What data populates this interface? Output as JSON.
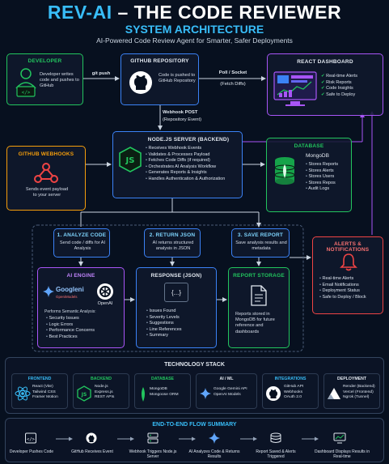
{
  "header": {
    "title_accent": "REV-AI",
    "title_rest": " – THE CODE REVIEWER",
    "subtitle": "SYSTEM ARCHITECTURE",
    "tagline": "AI-Powered Code Review Agent for Smarter, Safer Deployments"
  },
  "developer": {
    "title": "DEVELOPER",
    "text": "Developer writes code and pushes to GitHub"
  },
  "github_repo": {
    "title": "GITHUB REPOSITORY",
    "text": "Code is pushed to GitHub Repository"
  },
  "react_dashboard": {
    "title": "REACT DASHBOARD",
    "items": [
      "Real-time Alerts",
      "Risk Reports",
      "Code Insights",
      "Safe to Deploy"
    ]
  },
  "arrows": {
    "git_push": "git push",
    "poll_socket": "Poll / Socket",
    "fetch_diffs": "(Fetch Diffs)",
    "webhook_post": "Webhook POST",
    "repo_event": "(Repository Event)"
  },
  "github_webhooks": {
    "title": "GITHUB WEBHOOKS",
    "text": "Sends event payload to your server"
  },
  "node_server": {
    "title": "NODE.JS SERVER (BACKEND)",
    "items": [
      "Receives Webhook Events",
      "Validates & Processes Payload",
      "Fetches Code Diffs (if required)",
      "Orchestrates AI Analysis Workflow",
      "Generates Reports & Insights",
      "Handles Authentication & Authorization"
    ]
  },
  "database": {
    "title": "DATABASE",
    "name": "MongoDB",
    "items": [
      "Stores Reports",
      "Stores Alerts",
      "Stores Users",
      "Stores Repos",
      "Audit Logs"
    ]
  },
  "steps": {
    "analyze": {
      "title": "1. ANALYZE CODE",
      "text": "Send code / diffs for AI Analysis"
    },
    "return_json": {
      "title": "2. RETURN JSON",
      "text": "AI returns structured analysis in JSON"
    },
    "save_report": {
      "title": "3. SAVE REPORT",
      "text": "Save analysis results and metadata"
    }
  },
  "ai_engine": {
    "title": "AI ENGINE",
    "gemini_label": "Googleni",
    "gemini_sub": "GpeniModels",
    "openai_label": "OpenAI",
    "performs": "Performs Semantic Analysis:",
    "items": [
      "Security Issues",
      "Logic Errors",
      "Performance Concerns",
      "Best Practices"
    ]
  },
  "response": {
    "title": "RESPONSE (JSON)",
    "icon_text": "{...}",
    "items": [
      "Issues Found",
      "Severity Levels",
      "Suggestions",
      "Line References",
      "Summary"
    ]
  },
  "report_storage": {
    "title": "REPORT STORAGE",
    "text": "Reports stored in MongoDB for future reference and dashboards"
  },
  "alerts": {
    "title": "ALERTS & NOTIFICATIONS",
    "items": [
      "Real-time Alerts",
      "Email Notifications",
      "Deployment Status",
      "Safe to Deploy / Block"
    ]
  },
  "tech_stack": {
    "title": "TECHNOLOGY STACK",
    "frontend": {
      "title": "FRONTEND",
      "items": [
        "React (Vite)",
        "Tailwind CSS",
        "Framer Motion"
      ]
    },
    "backend": {
      "title": "BACKEND",
      "items": [
        "Node.js",
        "Express.js",
        "REST APIs"
      ]
    },
    "database": {
      "title": "DATABASE",
      "items": [
        "MongoDB",
        "Mongoose ORM"
      ]
    },
    "ai_ml": {
      "title": "AI / ML",
      "items": [
        "Google Gemini API",
        "OpenAI Models"
      ]
    },
    "integrations": {
      "title": "INTEGRATIONS",
      "items": [
        "GitHub API",
        "Webhooks",
        "OAuth 2.0"
      ]
    },
    "deployment": {
      "title": "DEPLOYMENT",
      "items": [
        "Render (Backend)",
        "Vercel (Frontend)",
        "Ngrok (Tunnel)"
      ]
    }
  },
  "flow_summary": {
    "title": "END-TO-END FLOW SUMMARY",
    "steps": [
      "Developer Pushes Code",
      "GitHub Receives Event",
      "Webhook Triggers Node.js Server",
      "AI Analyzes Code & Returns Results",
      "Report Saved & Alerts Triggered",
      "Dashboard Displays Results in Real-time"
    ]
  },
  "colors": {
    "green": "#22c55e",
    "blue": "#3b82f6",
    "purple": "#a855f7",
    "orange": "#f59e0b",
    "red": "#ef4444",
    "cyan": "#38bdf8"
  }
}
